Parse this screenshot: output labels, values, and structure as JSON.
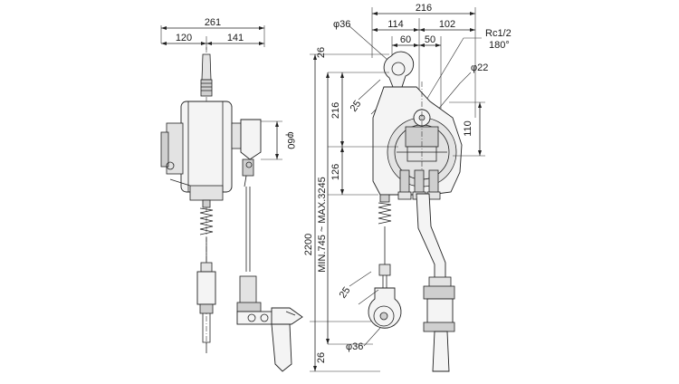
{
  "side_view": {
    "overall_width": "261",
    "left_part": "120",
    "right_part": "141",
    "hose_dia": "φ60"
  },
  "front_view": {
    "overall_width": "216",
    "left_part": "114",
    "right_part": "102",
    "inner_left": "60",
    "inner_right": "50",
    "top_hook_dia": "φ36",
    "port_label": "Rc1/2",
    "port_angle": "180°",
    "drum_dia": "φ22",
    "top_hook_gap": "25",
    "bottom_hook_gap": "25",
    "bottom_hook_dia": "φ36",
    "height_110": "110"
  },
  "vertical_dims": {
    "top_hook": "26",
    "upper_body": "216",
    "lower_body": "126",
    "total": "2200",
    "stroke_range": "MIN.745 ~ MAX.3245",
    "bottom_hook": "26"
  }
}
